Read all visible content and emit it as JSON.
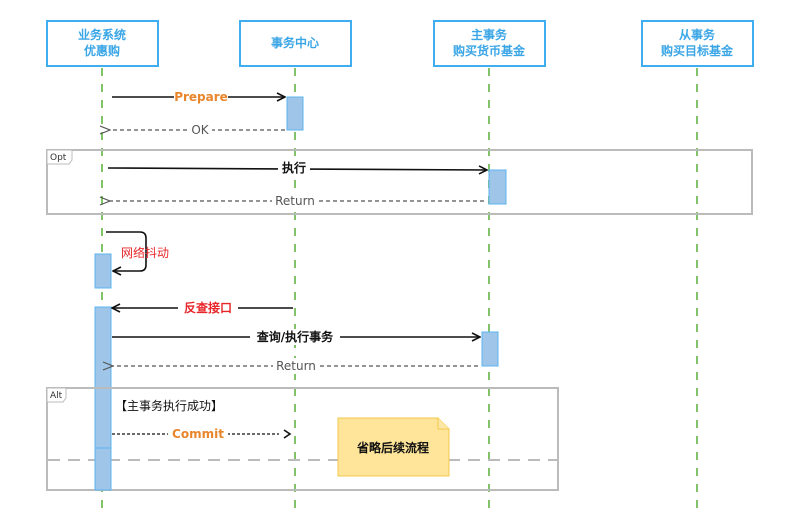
{
  "participants": [
    {
      "id": "biz",
      "lines": [
        "业务系统",
        "优惠购"
      ]
    },
    {
      "id": "tc",
      "lines": [
        "事务中心"
      ]
    },
    {
      "id": "main",
      "lines": [
        "主事务",
        "购买货币基金"
      ]
    },
    {
      "id": "sub",
      "lines": [
        "从事务",
        "购买目标基金"
      ]
    }
  ],
  "messages": {
    "prepare": "Prepare",
    "ok": "OK",
    "execute": "执行",
    "return1": "Return",
    "jitter": "网络抖动",
    "reverse_check": "反查接口",
    "query_execute": "查询/执行事务",
    "return2": "Return",
    "commit": "Commit"
  },
  "fragments": {
    "opt_label": "Opt",
    "alt_label": "Alt",
    "alt_guard": "【主事务执行成功】"
  },
  "note": {
    "text": "省略后续流程"
  },
  "colors": {
    "participant_border": "#3eaef0",
    "participant_text": "#3ba6e6",
    "lifeline": "#82c36a",
    "activation": "#9fc5e8",
    "orange_label": "#e9852a",
    "red_label": "#e8262a",
    "note_fill": "#ffe599"
  }
}
